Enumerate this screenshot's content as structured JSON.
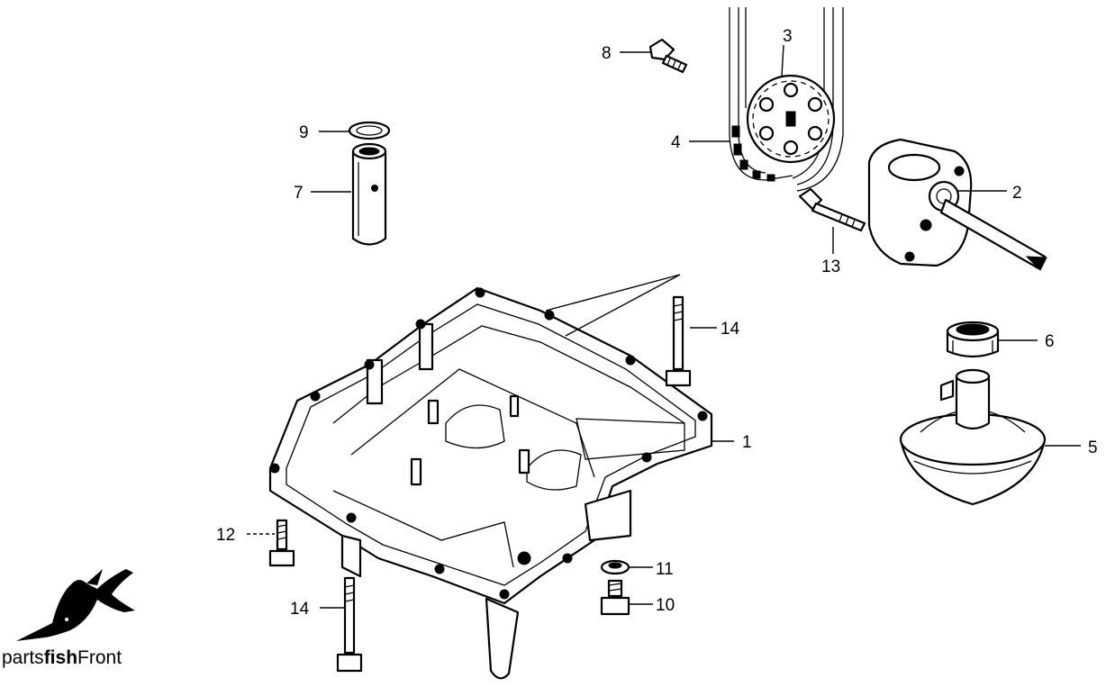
{
  "logo": {
    "prefix": "parts",
    "bold": "fish",
    "suffix": "Front",
    "icon": "swordfish-icon"
  },
  "callouts": {
    "c1": "1",
    "c2": "2",
    "c3": "3",
    "c4": "4",
    "c5": "5",
    "c6": "6",
    "c7": "7",
    "c8": "8",
    "c9": "9",
    "c10": "10",
    "c11": "11",
    "c12": "12",
    "c13": "13",
    "c14a": "14",
    "c14b": "14"
  }
}
